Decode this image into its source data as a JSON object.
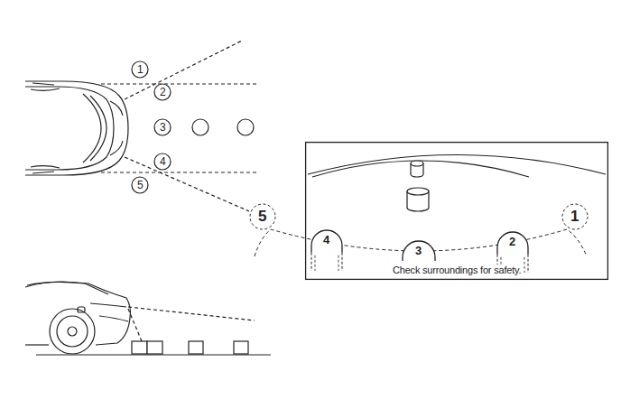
{
  "diagram": {
    "nodes": [
      {
        "text": [
          "1"
        ]
      },
      {
        "text": [
          "2"
        ]
      },
      {
        "text": [
          "3"
        ]
      },
      {
        "text": [
          "4"
        ]
      },
      {
        "text": [
          "5"
        ]
      },
      {
        "text": [
          "5"
        ]
      },
      {
        "text": [
          "Check surroundings for safety."
        ]
      },
      {
        "text": [
          "4"
        ],
        "in": 6
      },
      {
        "text": [
          "3"
        ],
        "in": 6
      },
      {
        "text": [
          "2"
        ],
        "in": 6
      },
      {
        "text": [
          "1"
        ]
      }
    ]
  }
}
